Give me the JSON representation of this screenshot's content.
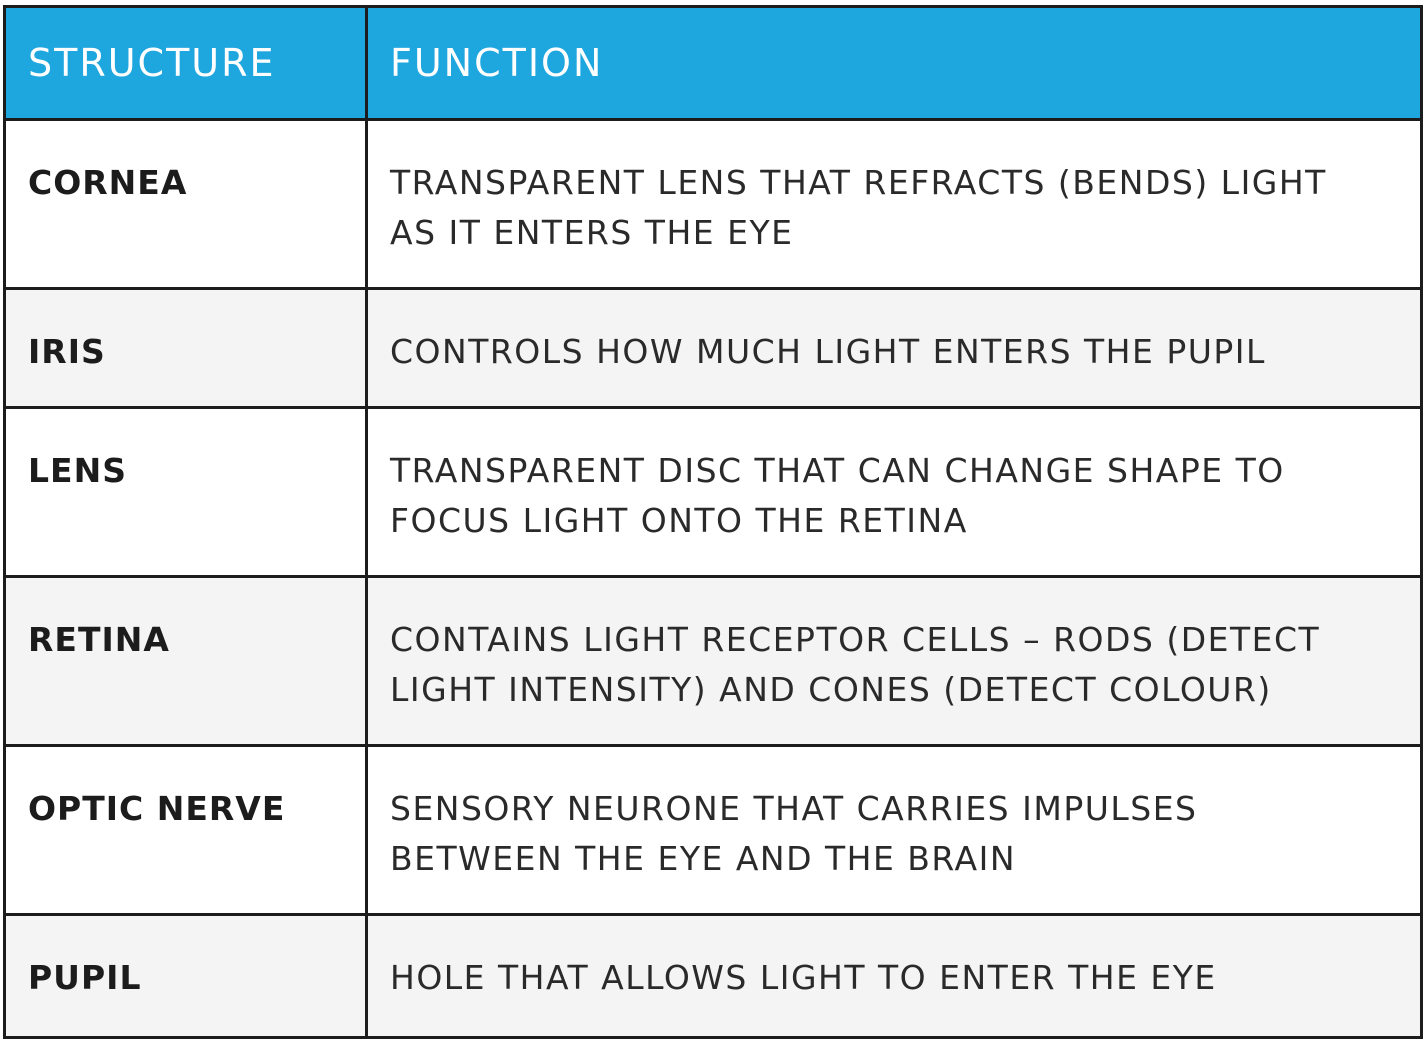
{
  "table": {
    "header": {
      "structure": "STRUCTURE",
      "function": "FUNCTION"
    },
    "rows": [
      {
        "structure": "CORNEA",
        "function": "TRANSPARENT LENS THAT REFRACTS (BENDS) LIGHT AS IT ENTERS THE EYE"
      },
      {
        "structure": "IRIS",
        "function": "CONTROLS HOW MUCH LIGHT ENTERS THE PUPIL"
      },
      {
        "structure": "LENS",
        "function": "TRANSPARENT DISC THAT CAN CHANGE SHAPE TO FOCUS LIGHT ONTO THE RETINA"
      },
      {
        "structure": "RETINA",
        "function": "CONTAINS LIGHT RECEPTOR CELLS  – RODS (DETECT LIGHT INTENSITY) AND CONES (DETECT COLOUR)"
      },
      {
        "structure": "OPTIC NERVE",
        "function": "SENSORY NEURONE THAT CARRIES IMPULSES BETWEEN THE EYE AND THE BRAIN"
      },
      {
        "structure": "PUPIL",
        "function": "HOLE THAT ALLOWS LIGHT TO ENTER THE EYE"
      }
    ]
  },
  "colors": {
    "header_background": "#1ea6df",
    "header_text": "#ffffff",
    "border": "#1c1c1c",
    "alt_row": "#f4f4f4"
  },
  "icons": {
    "watermark": "brand-logo-watermark-icon"
  }
}
